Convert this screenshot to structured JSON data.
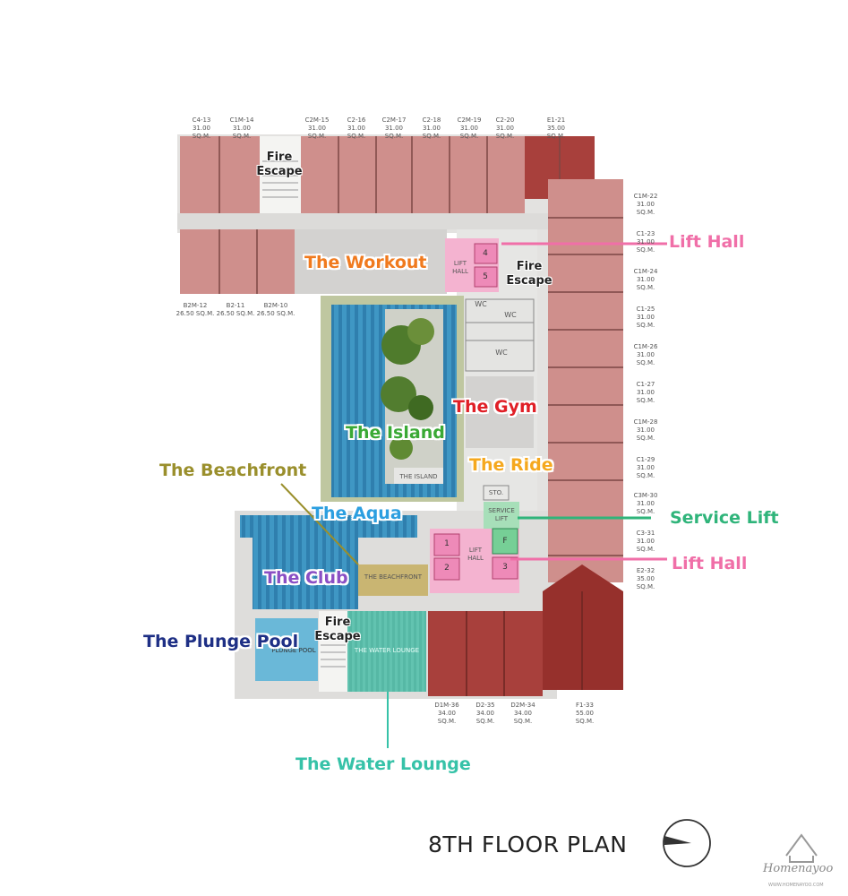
{
  "units_top": [
    {
      "code": "C4-13",
      "size": "31.00 SQ.M."
    },
    {
      "code": "C1M-14",
      "size": "31.00 SQ.M."
    },
    {
      "code": "C2M-15",
      "size": "31.00 SQ.M."
    },
    {
      "code": "C2-16",
      "size": "31.00 SQ.M."
    },
    {
      "code": "C2M-17",
      "size": "31.00 SQ.M."
    },
    {
      "code": "C2-18",
      "size": "31.00 SQ.M."
    },
    {
      "code": "C2M-19",
      "size": "31.00 SQ.M."
    },
    {
      "code": "C2-20",
      "size": "31.00 SQ.M."
    },
    {
      "code": "E1-21",
      "size": "35.00 SQ.M."
    }
  ],
  "units_right": [
    {
      "code": "C1M-22",
      "size": "31.00 SQ.M."
    },
    {
      "code": "C1-23",
      "size": "31.00 SQ.M."
    },
    {
      "code": "C1M-24",
      "size": "31.00 SQ.M."
    },
    {
      "code": "C1-25",
      "size": "31.00 SQ.M."
    },
    {
      "code": "C1M-26",
      "size": "31.00 SQ.M."
    },
    {
      "code": "C1-27",
      "size": "31.00 SQ.M."
    },
    {
      "code": "C1M-28",
      "size": "31.00 SQ.M."
    },
    {
      "code": "C1-29",
      "size": "31.00 SQ.M."
    },
    {
      "code": "C3M-30",
      "size": "31.00 SQ.M."
    },
    {
      "code": "C3-31",
      "size": "31.00 SQ.M."
    },
    {
      "code": "E2-32",
      "size": "35.00 SQ.M."
    }
  ],
  "units_left": [
    {
      "code": "B2M-12",
      "size": "26.50 SQ.M."
    },
    {
      "code": "B2-11",
      "size": "26.50 SQ.M."
    },
    {
      "code": "B2M-10",
      "size": "26.50 SQ.M."
    }
  ],
  "units_bottom": [
    {
      "code": "D1M-36",
      "size": "34.00 SQ.M."
    },
    {
      "code": "D2-35",
      "size": "34.00 SQ.M."
    },
    {
      "code": "D2M-34",
      "size": "34.00 SQ.M."
    },
    {
      "code": "F1-33",
      "size": "55.00 SQ.M."
    }
  ],
  "rooms": {
    "wc": "WC",
    "lift_hall": "LIFT HALL",
    "service_lift": "SERVICE LIFT",
    "sto": "STO.",
    "the_island_small": "THE ISLAND",
    "the_beachfront_small": "THE BEACHFRONT",
    "the_water_lounge_small": "THE WATER LOUNGE",
    "plunge_pool_small": "PLUNGE POOL",
    "lift_1": "1",
    "lift_2": "2",
    "lift_3": "3",
    "lift_4": "4",
    "lift_5": "5",
    "lift_f": "F",
    "fire_escape_1": "Fire Escape",
    "fire_escape_2": "Fire Escape",
    "fire_escape_3": "Fire Escape"
  },
  "labels": {
    "workout": {
      "text": "The Workout",
      "color": "#f07a1e"
    },
    "lift_hall_top": {
      "text": "Lift Hall",
      "color": "#f06fa8"
    },
    "gym": {
      "text": "The Gym",
      "color": "#e01f26"
    },
    "island": {
      "text": "The Island",
      "color": "#3aa935"
    },
    "beachfront": {
      "text": "The Beachfront",
      "color": "#9a8f2c"
    },
    "ride": {
      "text": "The Ride",
      "color": "#f5a81e"
    },
    "aqua": {
      "text": "The Aqua",
      "color": "#2c9fe0"
    },
    "service_lift": {
      "text": "Service Lift",
      "color": "#2fb47a"
    },
    "lift_hall_bottom": {
      "text": "Lift Hall",
      "color": "#f06fa8"
    },
    "club": {
      "text": "The Club",
      "color": "#8a4fc4"
    },
    "plunge_pool": {
      "text": "The Plunge Pool",
      "color": "#1e2f85"
    },
    "water_lounge": {
      "text": "The Water Lounge",
      "color": "#36c2a8"
    }
  },
  "title": "8TH FLOOR PLAN",
  "brand": "Homenayoo",
  "brand_url": "WWW.HOMENAYOO.COM"
}
